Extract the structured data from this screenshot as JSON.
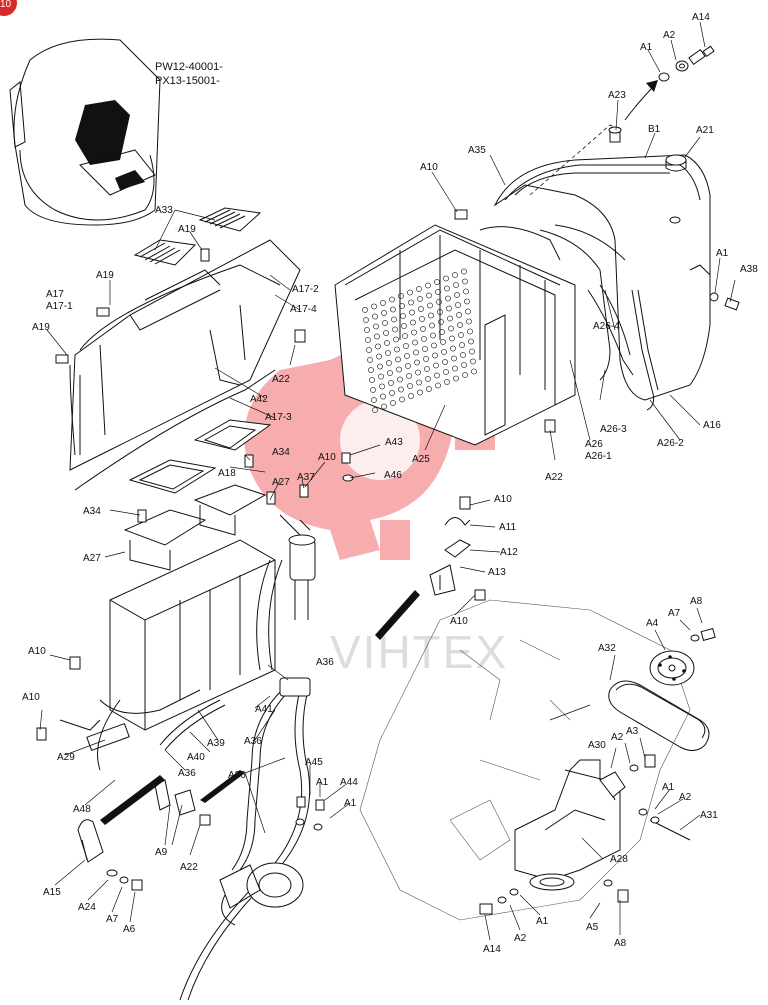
{
  "page_badge": "10",
  "serials": [
    "PW12-40001-",
    "PX13-15001-"
  ],
  "watermark": "VIHTEX",
  "colors": {
    "watermark": "#f05a5a",
    "badge": "#d62b2b",
    "line": "#111111"
  },
  "labels": {
    "A14_top": "A14",
    "A2_top": "A2",
    "A1_top": "A1",
    "A23": "A23",
    "B1": "B1",
    "A21": "A21",
    "A35": "A35",
    "A10_top": "A10",
    "A1_right": "A1",
    "A38": "A38",
    "A33": "A33",
    "A19_a": "A19",
    "A19_b": "A19",
    "A17": "A17",
    "A17_1": "A17-1",
    "A19_c": "A19",
    "A17_2": "A17-2",
    "A17_4": "A17-4",
    "A22_a": "A22",
    "A26_4": "A26-4",
    "A42": "A42",
    "A17_3": "A17-3",
    "A26_3": "A26-3",
    "A26_2": "A26-2",
    "A16": "A16",
    "A26": "A26",
    "A26_1": "A26-1",
    "A25": "A25",
    "A22_b": "A22",
    "A43": "A43",
    "A46": "A46",
    "A34_a": "A34",
    "A18": "A18",
    "A37": "A37",
    "A27_a": "A27",
    "A10_mid": "A10",
    "A10_b": "A10",
    "A11": "A11",
    "A34_b": "A34",
    "A27_b": "A27",
    "A12": "A12",
    "A13": "A13",
    "A10_c": "A10",
    "A10_d": "A10",
    "A36_a": "A36",
    "A32": "A32",
    "A4": "A4",
    "A7_a": "A7",
    "A8_a": "A8",
    "A41": "A41",
    "A36_b": "A36",
    "A10_e": "A10",
    "A39": "A39",
    "A40": "A40",
    "A30": "A30",
    "A2_m": "A2",
    "A3": "A3",
    "A29": "A29",
    "A36_c": "A36",
    "A45": "A45",
    "A1_m": "A1",
    "A44": "A44",
    "A36_d": "A36",
    "A1_m2": "A1",
    "A48": "A48",
    "A1_r": "A1",
    "A2_r": "A2",
    "A31": "A31",
    "A9": "A9",
    "A22_c": "A22",
    "A28": "A28",
    "A15": "A15",
    "A24": "A24",
    "A7_b": "A7",
    "A6": "A6",
    "A5": "A5",
    "A8_b": "A8",
    "A14_b": "A14",
    "A2_b": "A2",
    "A1_b": "A1"
  }
}
